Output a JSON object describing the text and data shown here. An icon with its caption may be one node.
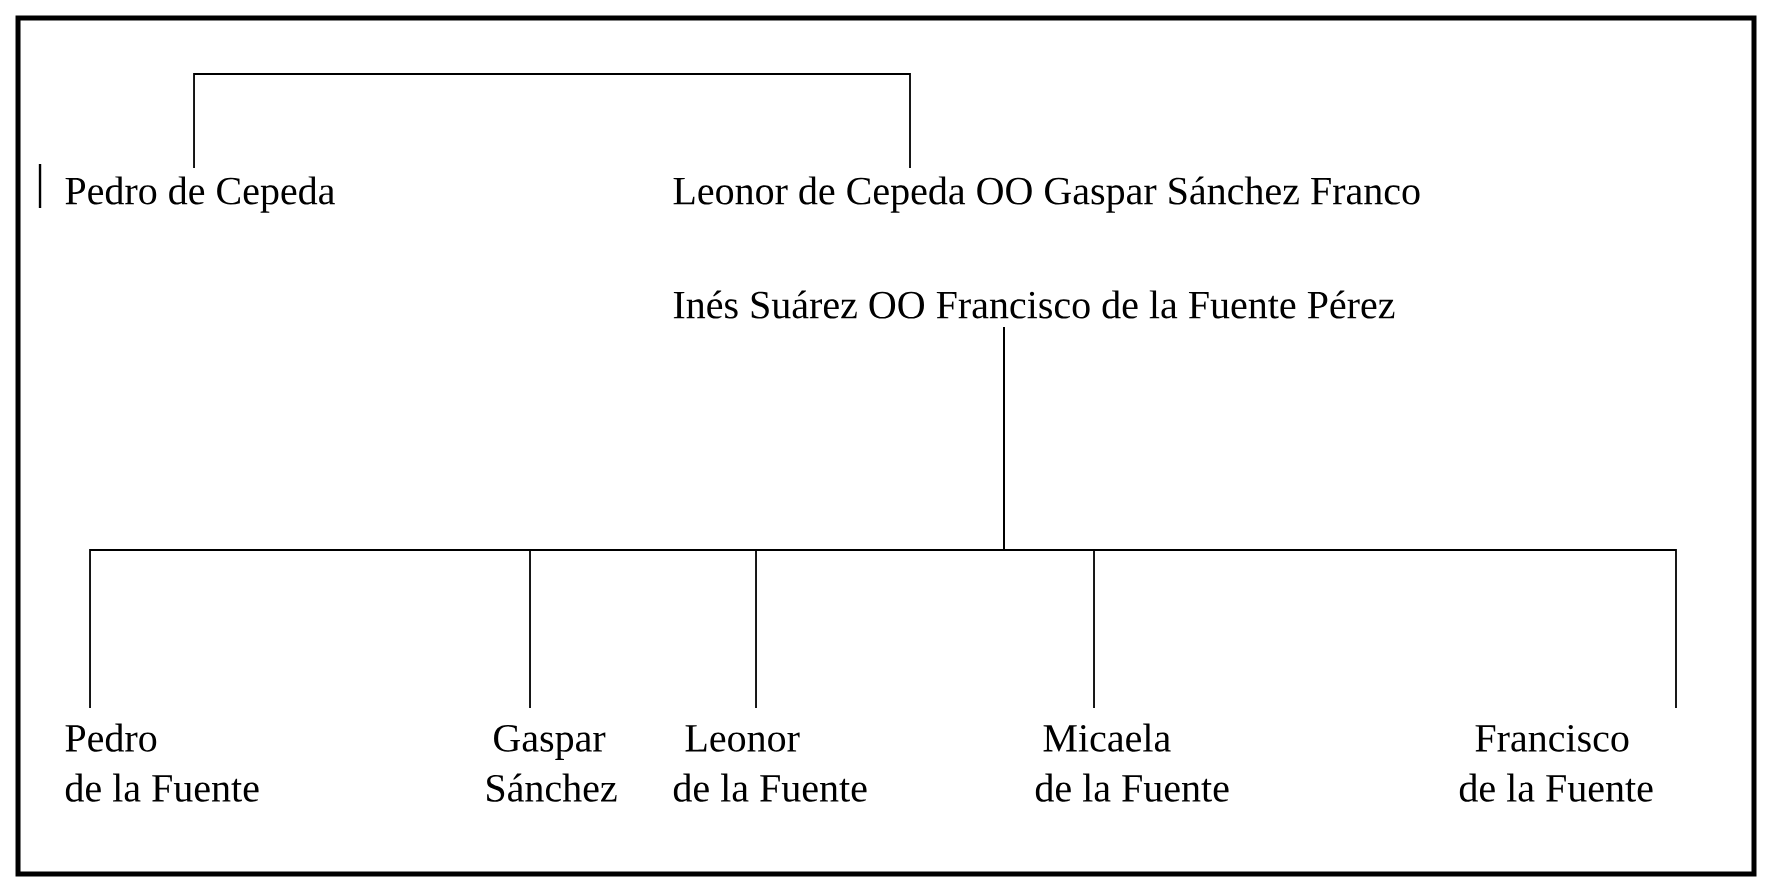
{
  "diagram": {
    "nodes": [
      {
        "text": [
          "Pedro de Cepeda"
        ]
      },
      {
        "text": [
          "Leonor de Cepeda  OO Gaspar Sánchez Franco"
        ]
      },
      {
        "text": [
          "Inés Suárez  OO Francisco de la Fuente Pérez"
        ]
      },
      {
        "text": [
          "Pedro",
          "de la Fuente"
        ]
      },
      {
        "text": [
          "Gaspar",
          "Sánchez"
        ]
      },
      {
        "text": [
          "Leonor",
          "de la Fuente"
        ]
      },
      {
        "text": [
          "Micaela",
          "de la Fuente"
        ]
      },
      {
        "text": [
          "Francisco",
          "de la Fuente"
        ]
      }
    ],
    "edges": [
      {
        "from": 0,
        "to": 1,
        "arrow": "none"
      },
      {
        "from": 2,
        "to": 3,
        "arrow": "none"
      },
      {
        "from": 2,
        "to": 4,
        "arrow": "none"
      },
      {
        "from": 2,
        "to": 5,
        "arrow": "none"
      },
      {
        "from": 2,
        "to": 6,
        "arrow": "none"
      },
      {
        "from": 2,
        "to": 7,
        "arrow": "none"
      }
    ]
  }
}
